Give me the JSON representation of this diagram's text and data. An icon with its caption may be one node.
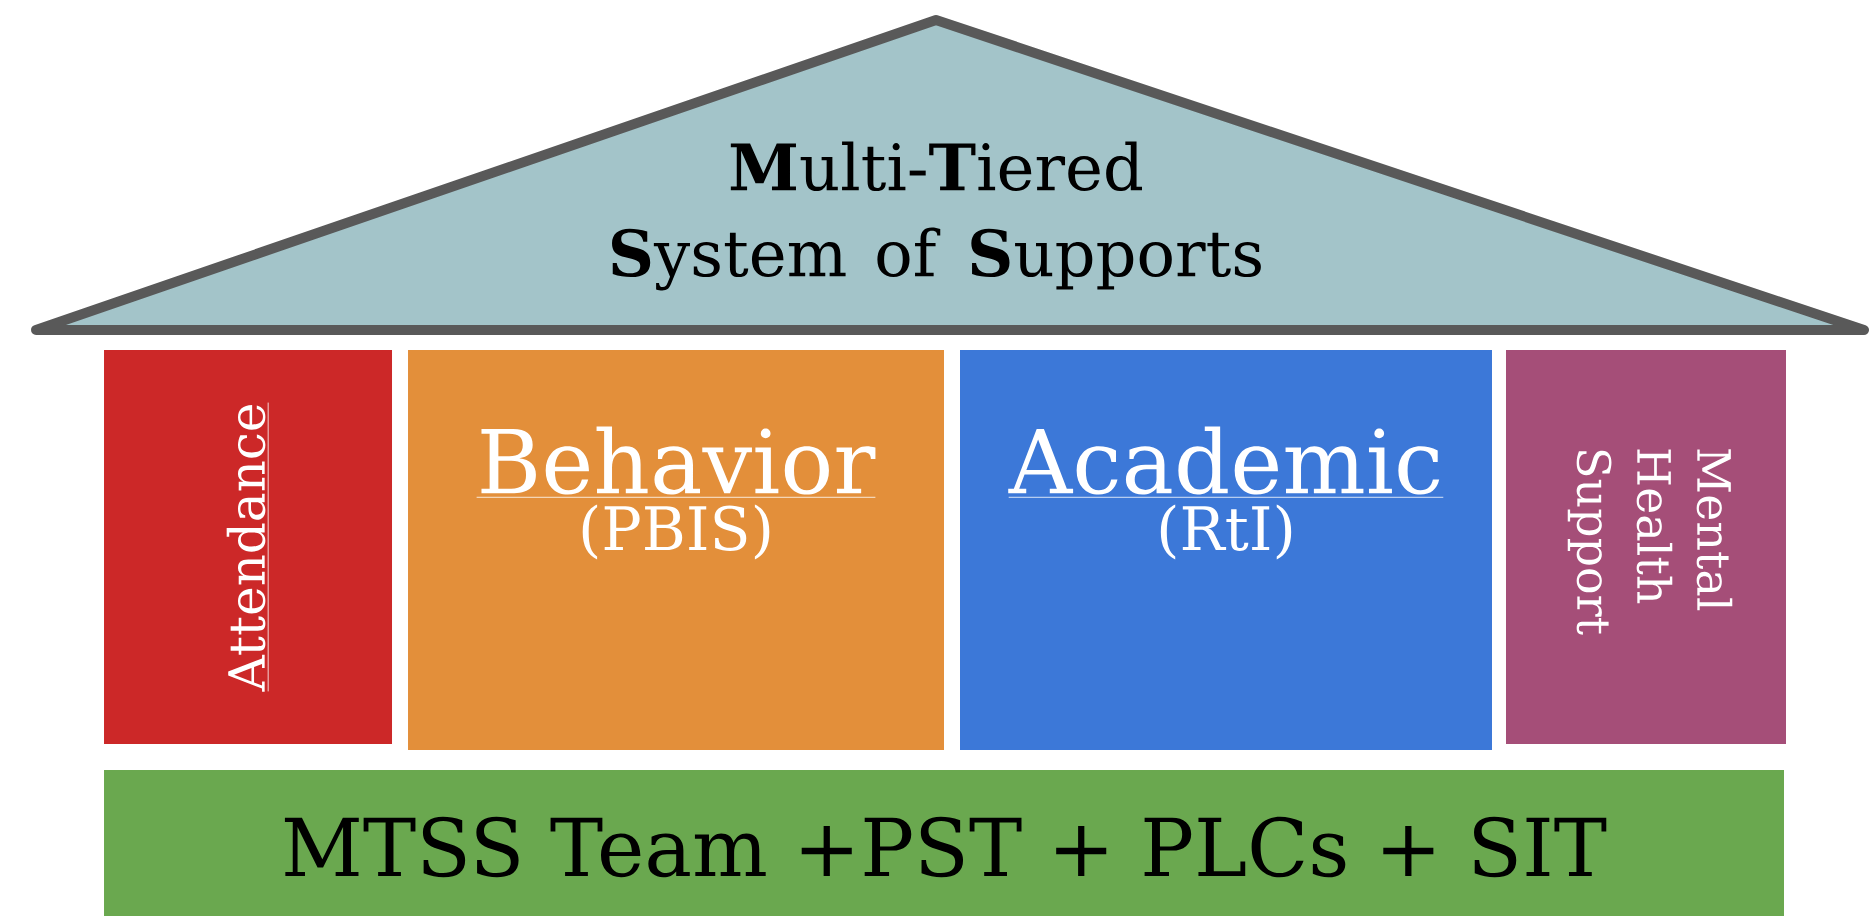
{
  "diagram": {
    "nodes": [
      {
        "text": [
          "**M**ulti-**T**iered **S**ystem of **S**upports"
        ]
      },
      {
        "text": [
          "Attendance"
        ]
      },
      {
        "text": [
          "Behavior",
          "(PBIS)"
        ]
      },
      {
        "text": [
          "Academic",
          "(RtI)"
        ]
      },
      {
        "text": [
          "Mental Health Support"
        ]
      },
      {
        "text": [
          "MTSS Team +PST + PLCs + SIT"
        ]
      }
    ]
  }
}
